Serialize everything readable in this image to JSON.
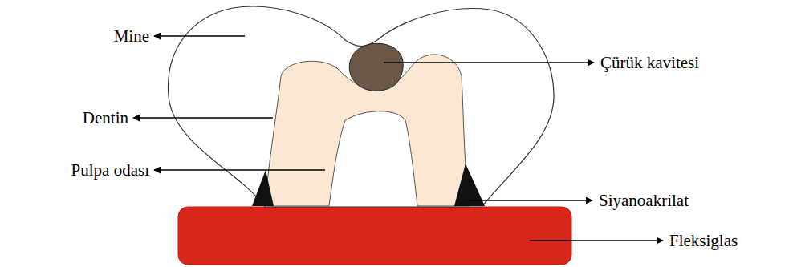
{
  "diagram": {
    "labels": [
      "Mine",
      "Çürük kavitesi",
      "Dentin",
      "Pulpa odası",
      "Siyanoakrilat",
      "Fleksiglas"
    ]
  }
}
